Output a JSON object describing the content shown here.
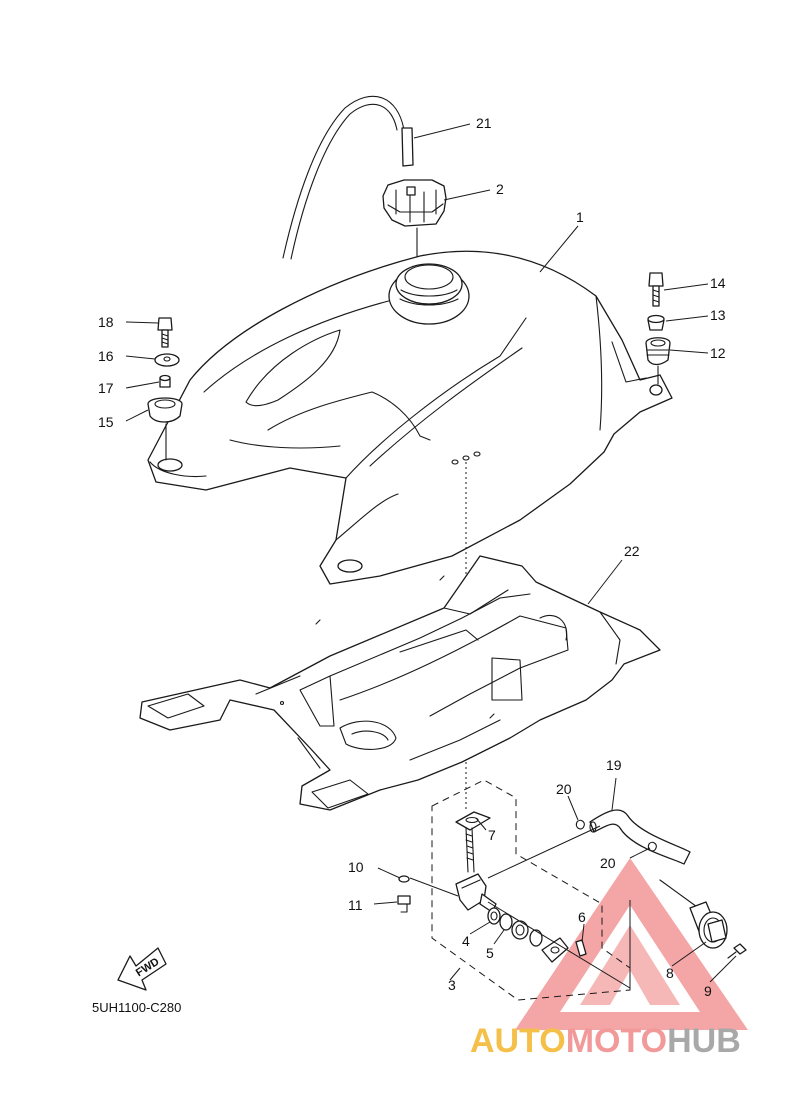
{
  "diagram": {
    "code": "5UH1100-C280",
    "fwd_label": "FWD",
    "callouts": [
      {
        "id": "1",
        "label": "1"
      },
      {
        "id": "2",
        "label": "2"
      },
      {
        "id": "3",
        "label": "3"
      },
      {
        "id": "4",
        "label": "4"
      },
      {
        "id": "5",
        "label": "5"
      },
      {
        "id": "6",
        "label": "6"
      },
      {
        "id": "7",
        "label": "7"
      },
      {
        "id": "8",
        "label": "8"
      },
      {
        "id": "9",
        "label": "9"
      },
      {
        "id": "10",
        "label": "10"
      },
      {
        "id": "11",
        "label": "11"
      },
      {
        "id": "12",
        "label": "12"
      },
      {
        "id": "13",
        "label": "13"
      },
      {
        "id": "14",
        "label": "14"
      },
      {
        "id": "15",
        "label": "15"
      },
      {
        "id": "16",
        "label": "16"
      },
      {
        "id": "17",
        "label": "17"
      },
      {
        "id": "18",
        "label": "18"
      },
      {
        "id": "19",
        "label": "19"
      },
      {
        "id": "20a",
        "label": "20"
      },
      {
        "id": "20b",
        "label": "20"
      },
      {
        "id": "21",
        "label": "21"
      },
      {
        "id": "22",
        "label": "22"
      }
    ]
  },
  "watermark": {
    "text_auto": "AUTO",
    "text_moto": "MOTO",
    "text_hub": "HUB",
    "color_auto": "#f5c04a",
    "color_moto": "#f29a9a",
    "color_hub": "#a8a8a8",
    "triangle_color": "#f08080"
  }
}
